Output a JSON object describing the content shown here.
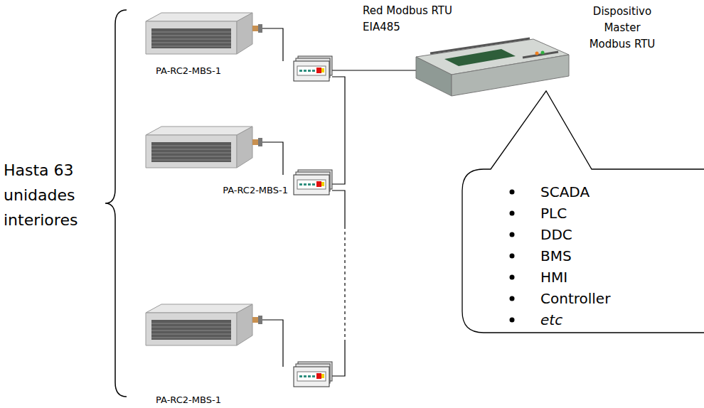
{
  "diagram": {
    "nodes": [
      {
        "text": [
          "PA-RC2-MBS-1"
        ]
      },
      {
        "text": [
          "Dispositivo Master Modbus RTU"
        ]
      },
      {
        "text": [
          "PA-RC2-MBS-1"
        ]
      },
      {
        "text": [
          "SCADA",
          "PLC",
          "DDC",
          "BMS",
          "HMI",
          "Controller",
          "etc"
        ]
      },
      {
        "text": [
          "PA-RC2-MBS-1"
        ]
      }
    ],
    "edges": [
      {
        "from": 0,
        "to": 1,
        "arrow": "none",
        "label": "Red Modbus RTU EIA485"
      },
      {
        "from": 0,
        "to": 2,
        "arrow": "none"
      },
      {
        "from": 2,
        "to": 4,
        "arrow": "none"
      }
    ],
    "labels": [
      "Hasta 63 unidades interiores"
    ]
  }
}
